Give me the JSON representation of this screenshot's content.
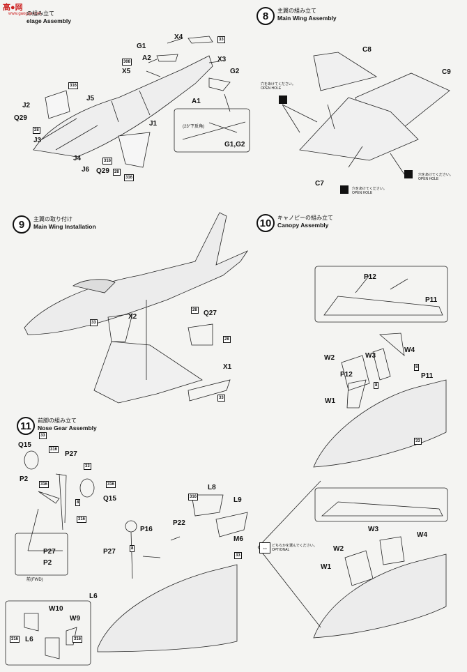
{
  "watermark": {
    "logo": "高●网",
    "url": "www.gaogao.com"
  },
  "steps": [
    {
      "num": "",
      "jp": "の組み立て",
      "en": "elage Assembly"
    },
    {
      "num": "8",
      "jp": "主翼の組み立て",
      "en": "Main Wing Assembly"
    },
    {
      "num": "9",
      "jp": "主翼の取り付け",
      "en": "Main Wing Installation"
    },
    {
      "num": "10",
      "jp": "キャノピーの組み立て",
      "en": "Canopy Assembly"
    },
    {
      "num": "11",
      "jp": "前脚の組み立て",
      "en": "Nose Gear Assembly"
    }
  ],
  "part_labels": {
    "x4": "X4",
    "g1": "G1",
    "a2": "A2",
    "x3": "X3",
    "x5": "X5",
    "g2": "G2",
    "a1": "A1",
    "j5": "J5",
    "j2": "J2",
    "q29a": "Q29",
    "j3": "J3",
    "j1": "J1",
    "j4": "J4",
    "j6": "J6",
    "q29b": "Q29",
    "g1g2": "G1,G2",
    "angle": "(23°下反角)",
    "c8": "C8",
    "c9": "C9",
    "c7": "C7",
    "x2": "X2",
    "q27": "Q27",
    "x1": "X1",
    "p12a": "P12",
    "p11a": "P11",
    "w2a": "W2",
    "w3a": "W3",
    "w4a": "W4",
    "p12b": "P12",
    "p11b": "P11",
    "w1a": "W1",
    "w3b": "W3",
    "w4b": "W4",
    "w2b": "W2",
    "w1b": "W1",
    "q15a": "Q15",
    "p27a": "P27",
    "p2a": "P2",
    "q15b": "Q15",
    "p27b": "P27",
    "p2b": "P2",
    "fwd": "前(FWD)",
    "l8": "L8",
    "l9": "L9",
    "m6": "M6",
    "p16": "P16",
    "p22": "P22",
    "p27c": "P27",
    "l6a": "L6",
    "w10": "W10",
    "w9": "W9",
    "l6b": "L6"
  },
  "paint_codes": {
    "c1": "33",
    "c2": "308",
    "c3": "316",
    "c4": "28",
    "c5": "316",
    "c6": "28",
    "c7": "316",
    "c8": "33",
    "c9": "28",
    "c10": "28",
    "c11": "33",
    "c12": "8",
    "c13": "8",
    "c14": "33",
    "c15": "33",
    "c16": "316",
    "c17": "33",
    "c18": "316",
    "c19": "8",
    "c20": "316",
    "c21": "316",
    "c22": "8",
    "c23": "316",
    "c24": "33",
    "c25": "316",
    "c26": "316"
  },
  "holes": {
    "jp": "穴をあけてください。",
    "en": "OPEN HOLE"
  },
  "optional": {
    "jp": "どちらかを選んでください。",
    "en": "OPTIONAL"
  }
}
